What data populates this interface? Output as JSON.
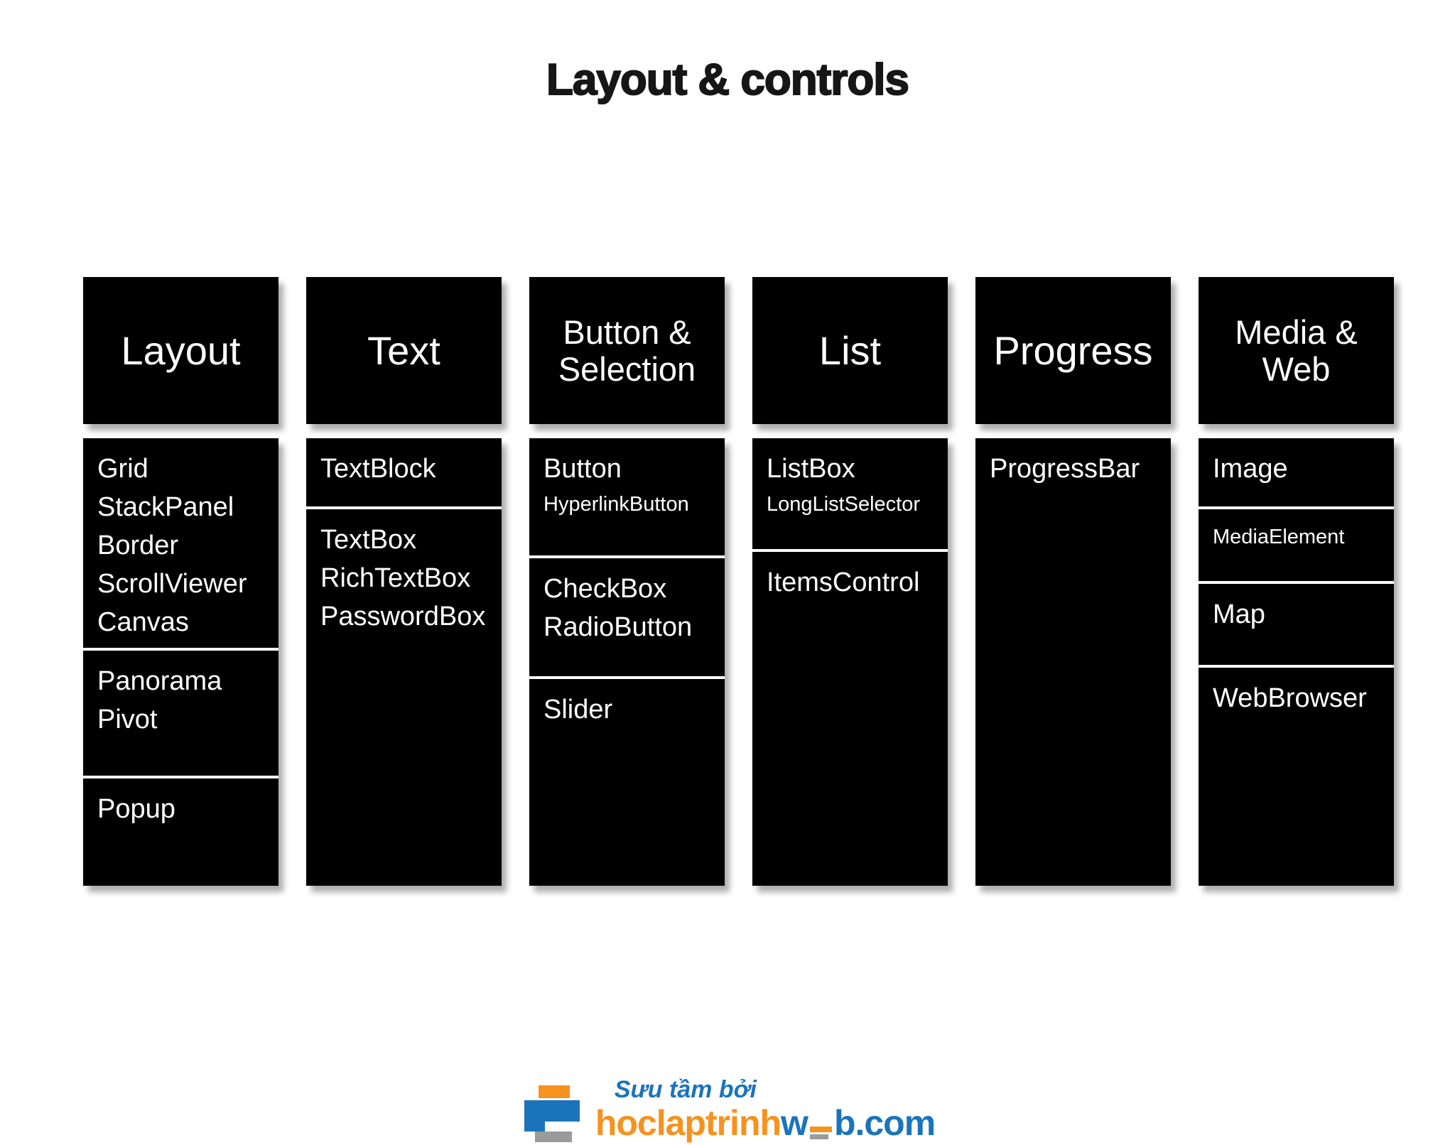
{
  "page": {
    "title": "Layout & controls",
    "box_color": "#000000",
    "box_text_color": "#ffffff",
    "background": "#ffffff"
  },
  "columns": [
    {
      "header": "Layout",
      "sections": [
        {
          "items": [
            {
              "text": "Grid"
            },
            {
              "text": "StackPanel"
            },
            {
              "text": "Border"
            },
            {
              "text": "ScrollViewer"
            },
            {
              "text": "Canvas"
            }
          ]
        },
        {
          "items": [
            {
              "text": "Panorama"
            },
            {
              "text": "Pivot"
            }
          ]
        },
        {
          "items": [
            {
              "text": "Popup"
            }
          ]
        }
      ]
    },
    {
      "header": "Text",
      "sections": [
        {
          "items": [
            {
              "text": "TextBlock"
            }
          ]
        },
        {
          "items": [
            {
              "text": "TextBox"
            },
            {
              "text": "RichTextBox"
            },
            {
              "text": "PasswordBox"
            }
          ]
        }
      ]
    },
    {
      "header": "Button & Selection",
      "sections": [
        {
          "items": [
            {
              "text": "Button"
            },
            {
              "text": "HyperlinkButton",
              "small": true
            }
          ]
        },
        {
          "items": [
            {
              "text": "CheckBox"
            },
            {
              "text": "RadioButton"
            }
          ]
        },
        {
          "items": [
            {
              "text": "Slider"
            }
          ]
        }
      ]
    },
    {
      "header": "List",
      "sections": [
        {
          "items": [
            {
              "text": "ListBox"
            },
            {
              "text": "LongListSelector",
              "small": true
            }
          ]
        },
        {
          "items": [
            {
              "text": "ItemsControl"
            }
          ]
        }
      ]
    },
    {
      "header": "Progress",
      "sections": [
        {
          "items": [
            {
              "text": "ProgressBar"
            }
          ]
        }
      ]
    },
    {
      "header": "Media & Web",
      "sections": [
        {
          "items": [
            {
              "text": "Image"
            }
          ]
        },
        {
          "items": [
            {
              "text": "MediaElement",
              "small": true
            }
          ]
        },
        {
          "items": [
            {
              "text": "Map"
            }
          ]
        },
        {
          "items": [
            {
              "text": "WebBrowser"
            }
          ]
        }
      ]
    }
  ],
  "footer": {
    "tagline": "Sưu tầm bởi",
    "brand": {
      "prefix": "hoclaptrinh",
      "w": "w",
      "suffix": "b.com"
    },
    "colors": {
      "orange": "#F6921E",
      "blue": "#1B74BB",
      "gray": "#9A9A9B"
    }
  }
}
